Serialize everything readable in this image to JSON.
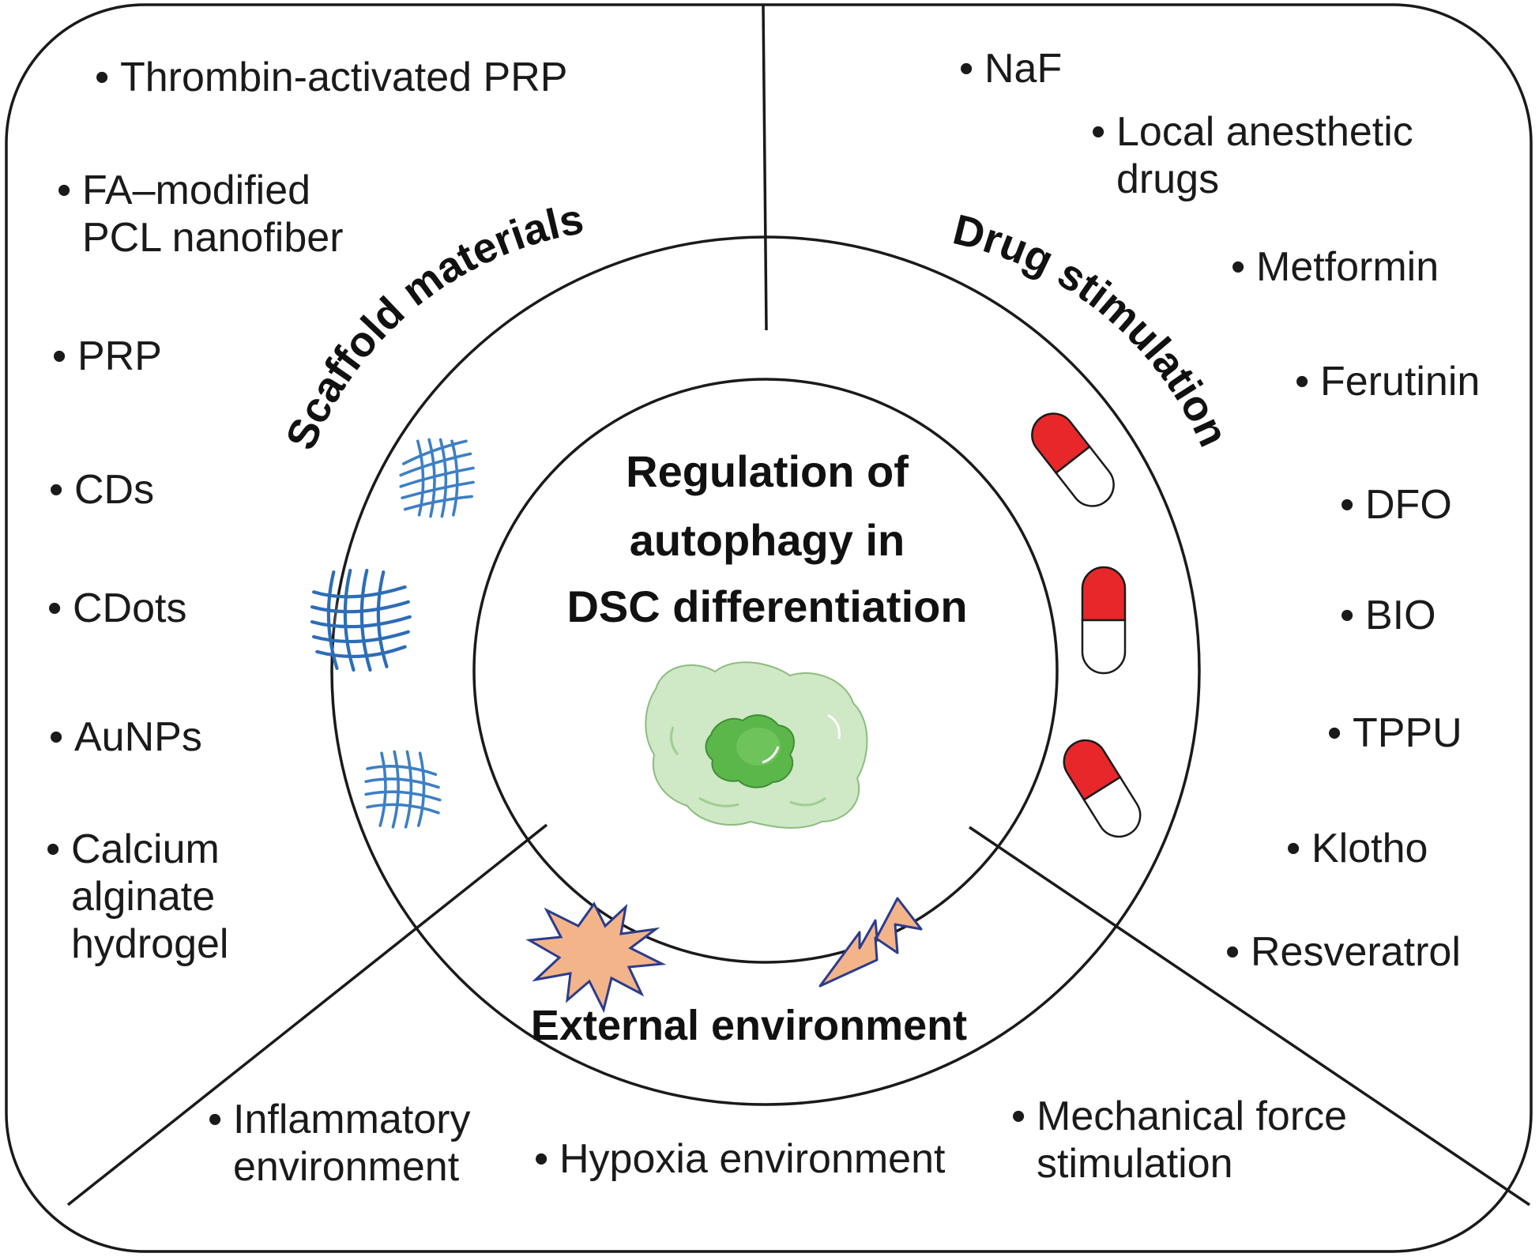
{
  "center": {
    "title_lines": [
      "Regulation of",
      "autophagy in",
      "DSC differentiation"
    ]
  },
  "segments": {
    "scaffold": {
      "title": "Scaffold materials",
      "items": [
        [
          "Thrombin-activated PRP"
        ],
        [
          "FA–modified",
          "PCL nanofiber"
        ],
        [
          "PRP"
        ],
        [
          "CDs"
        ],
        [
          "CDots"
        ],
        [
          "AuNPs"
        ],
        [
          "Calcium",
          "alginate",
          "hydrogel"
        ]
      ]
    },
    "drug": {
      "title": "Drug stimulation",
      "items": [
        [
          "NaF"
        ],
        [
          "Local anesthetic",
          "drugs"
        ],
        [
          "Metformin"
        ],
        [
          "Ferutinin"
        ],
        [
          "DFO"
        ],
        [
          "BIO"
        ],
        [
          "TPPU"
        ],
        [
          "Klotho"
        ],
        [
          "Resveratrol"
        ]
      ]
    },
    "environment": {
      "title": "External environment",
      "items": [
        [
          "Inflammatory",
          "environment"
        ],
        [
          "Hypoxia environment"
        ],
        [
          "Mechanical force",
          "stimulation"
        ]
      ]
    }
  },
  "icons": {
    "scaffold": "nanofiber-mesh-icon",
    "drug": "pill-capsule-icon",
    "environment_1": "explosion-burst-icon",
    "environment_2": "lightning-bolt-icon",
    "center": "cell-icon"
  },
  "colors": {
    "outline": "#1a1a1a",
    "pill_red": "#e8272b",
    "burst_fill": "#f4b48a",
    "burst_stroke": "#2b3c8c",
    "cell_outer": "#cfe8c6",
    "cell_nucleus": "#5bb74a",
    "fiber_blue": "#3d7fc4"
  }
}
